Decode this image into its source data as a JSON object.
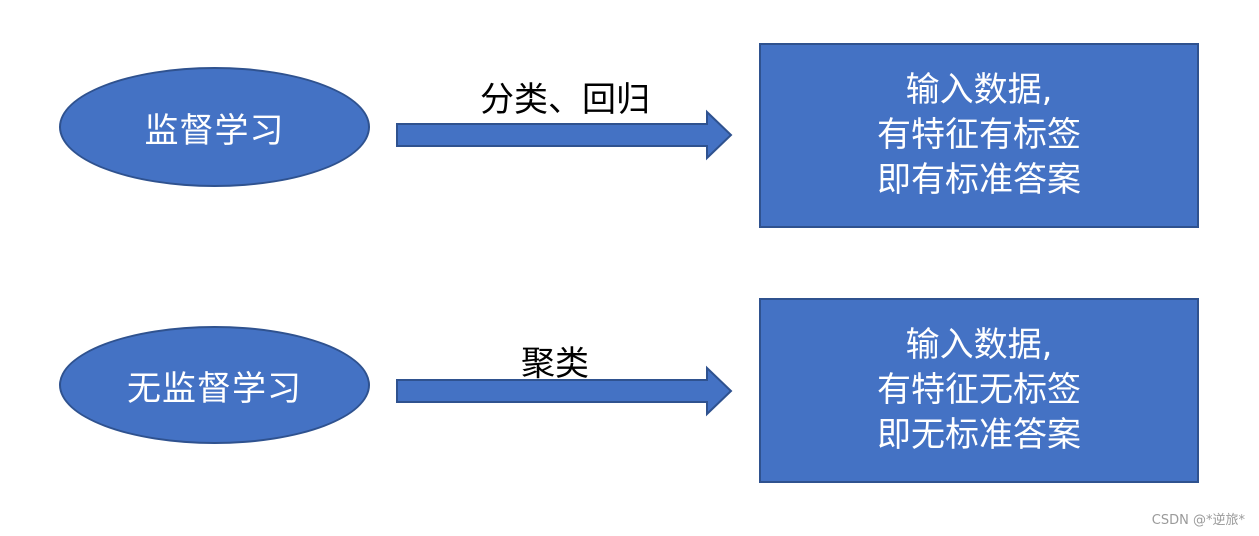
{
  "diagram": {
    "rows": [
      {
        "ellipse_label": "监督学习",
        "arrow_label": "分类、回归",
        "box_lines": [
          "输入数据,",
          "有特征有标签",
          "即有标准答案"
        ]
      },
      {
        "ellipse_label": "无监督学习",
        "arrow_label": "聚类",
        "box_lines": [
          "输入数据,",
          "有特征无标签",
          "即无标准答案"
        ]
      }
    ]
  },
  "watermark": "CSDN @*逆旅*",
  "colors": {
    "shape_fill": "#4472c4",
    "shape_border": "#2f528f",
    "shape_text": "#ffffff"
  }
}
